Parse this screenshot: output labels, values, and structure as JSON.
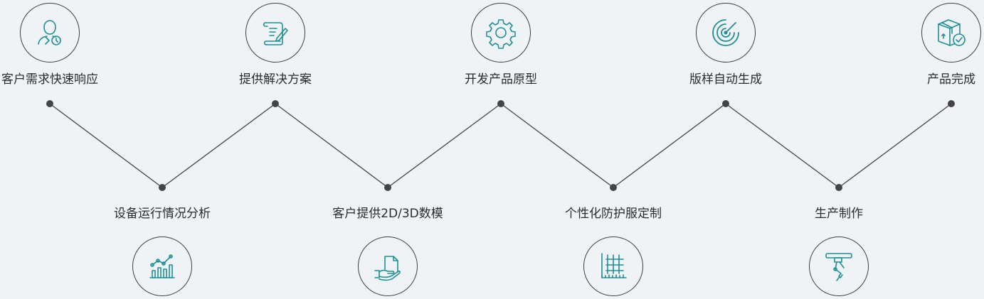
{
  "colors": {
    "background": "#f0f3f6",
    "line": "#444444",
    "icon": "#1f8f94",
    "text": "#2b2b2b"
  },
  "steps": [
    {
      "label": "客户需求快速响应",
      "icon": "customer-clock-icon",
      "row": "top"
    },
    {
      "label": "设备运行情况分析",
      "icon": "chart-analysis-icon",
      "row": "bottom"
    },
    {
      "label": "提供解决方案",
      "icon": "document-pen-icon",
      "row": "top"
    },
    {
      "label": "客户提供2D/3D数模",
      "icon": "hand-document-icon",
      "row": "bottom"
    },
    {
      "label": "开发产品原型",
      "icon": "gear-icon",
      "row": "top"
    },
    {
      "label": "个性化防护服定制",
      "icon": "grid-ruler-icon",
      "row": "bottom"
    },
    {
      "label": "版样自动生成",
      "icon": "radar-target-icon",
      "row": "top"
    },
    {
      "label": "生产制作",
      "icon": "robot-arm-icon",
      "row": "bottom"
    },
    {
      "label": "产品完成",
      "icon": "box-check-icon",
      "row": "top"
    }
  ]
}
